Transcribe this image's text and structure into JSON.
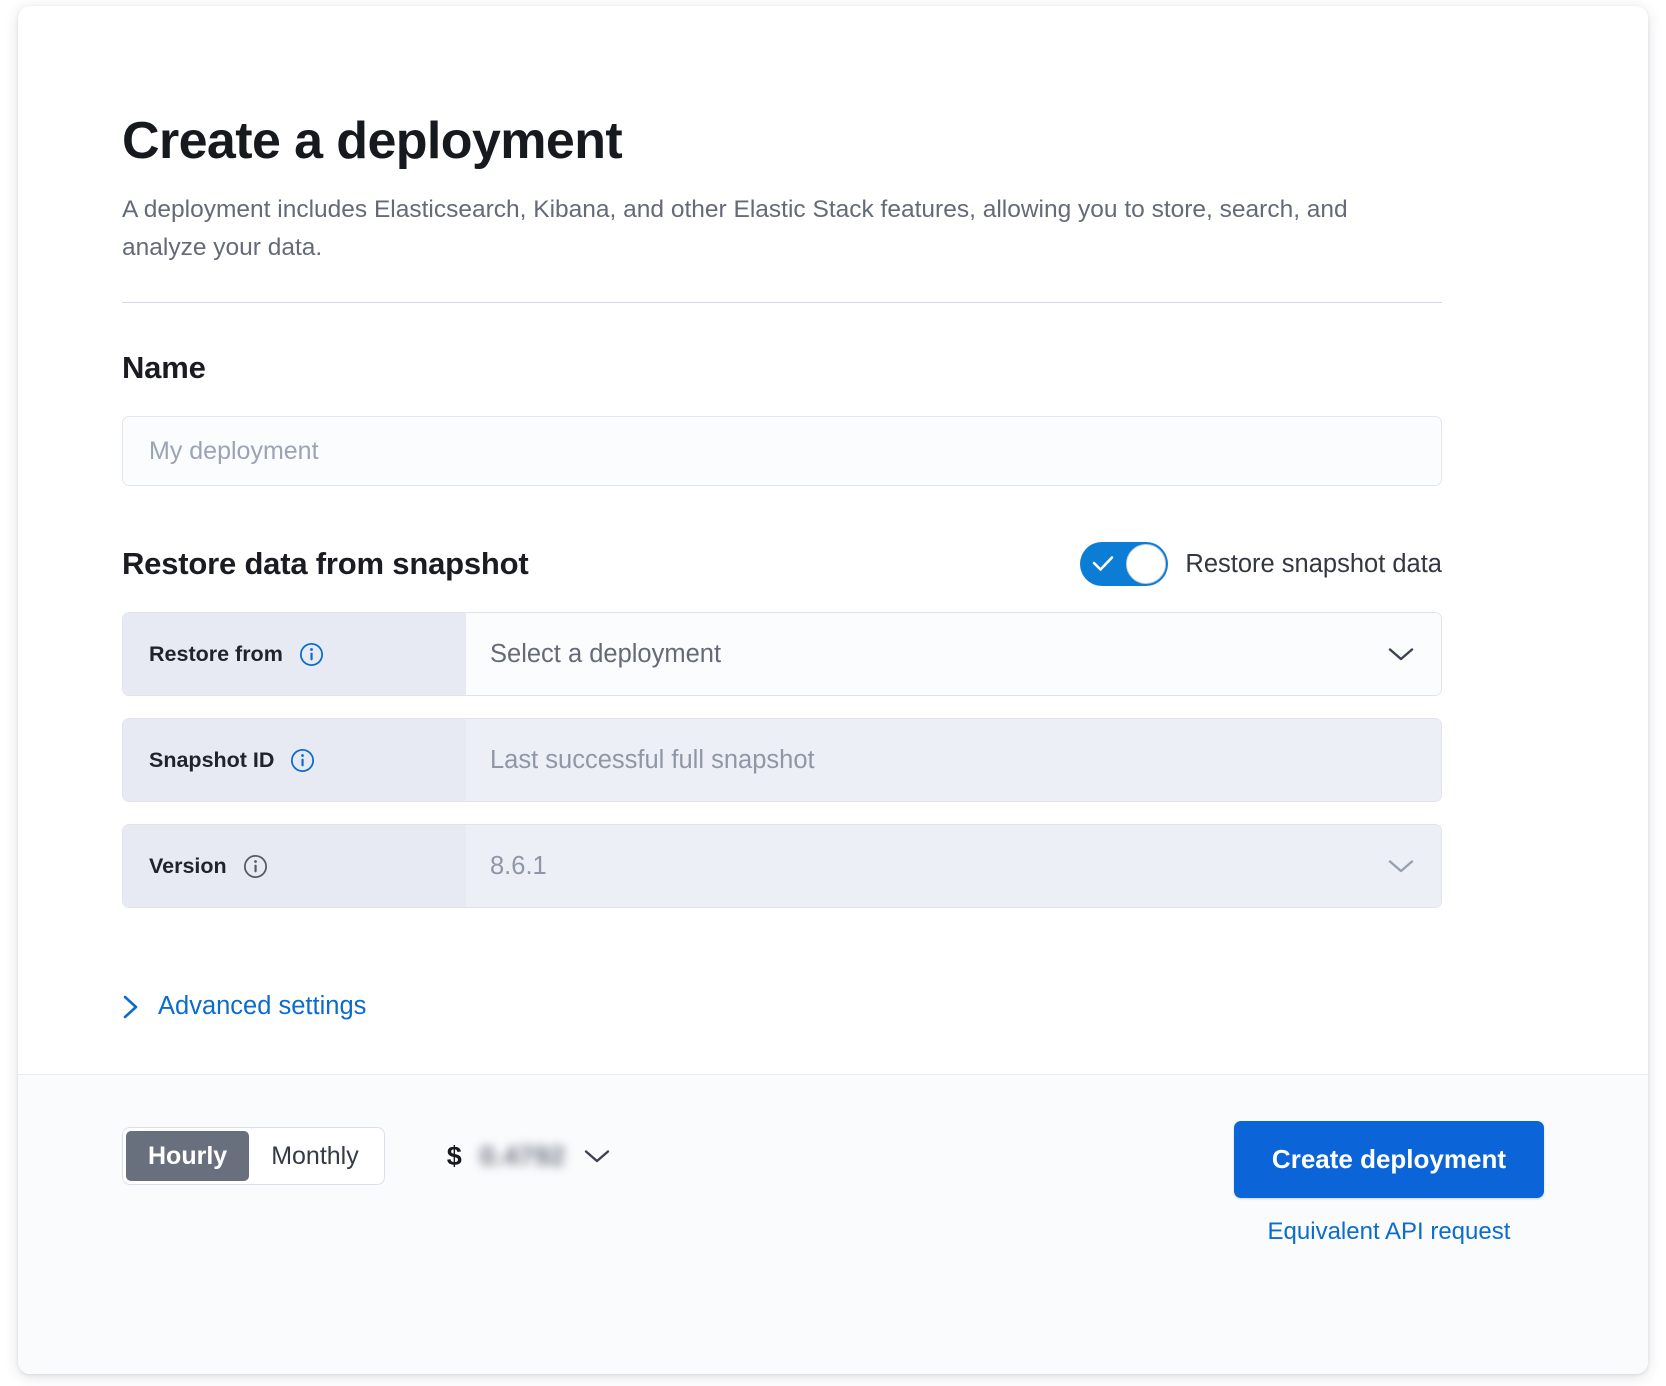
{
  "header": {
    "title": "Create a deployment",
    "description": "A deployment includes Elasticsearch, Kibana, and other Elastic Stack features, allowing you to store, search, and analyze your data."
  },
  "name_section": {
    "heading": "Name",
    "input_placeholder": "My deployment",
    "input_value": ""
  },
  "restore_section": {
    "heading": "Restore data from snapshot",
    "toggle": {
      "label": "Restore snapshot data",
      "checked": true,
      "on_color": "#0b7dd4"
    },
    "rows": [
      {
        "label": "Restore from",
        "value": "Select a deployment",
        "disabled": false,
        "has_chevron": true,
        "info_icon": "info-icon",
        "info_color": "#0b6ccd"
      },
      {
        "label": "Snapshot ID",
        "value": "Last successful full snapshot",
        "disabled": true,
        "has_chevron": false,
        "info_icon": "info-icon",
        "info_color": "#0b6ccd"
      },
      {
        "label": "Version",
        "value": "8.6.1",
        "disabled": true,
        "has_chevron": true,
        "info_icon": "info-icon",
        "info_color": "#555b66"
      }
    ]
  },
  "advanced": {
    "label": "Advanced settings",
    "icon": "chevron-right-icon",
    "color": "#0b6ccd"
  },
  "footer": {
    "billing_toggle": {
      "options": [
        "Hourly",
        "Monthly"
      ],
      "selected": "Hourly"
    },
    "price": {
      "currency": "$",
      "amount": "0.4792",
      "redacted": true,
      "chevron": "chevron-down-icon"
    },
    "create_button": "Create deployment",
    "api_link": "Equivalent API request",
    "accent_color": "#0b64d8"
  }
}
